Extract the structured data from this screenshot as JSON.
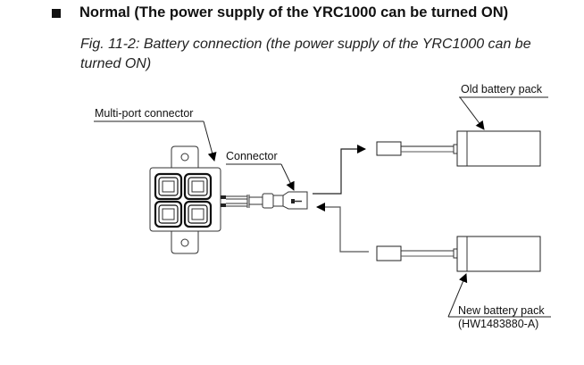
{
  "section": {
    "bullet_icon": "black-square-bullet",
    "heading": "Normal (The power supply of the YRC1000 can be turned ON)"
  },
  "figure": {
    "caption": "Fig. 11-2: Battery connection (the power supply of the YRC1000 can be turned ON)",
    "labels": {
      "multi_port_connector": "Multi-port connector",
      "connector": "Connector",
      "old_battery_pack": "Old battery pack",
      "new_battery_pack": "New battery pack",
      "new_battery_part_number": "(HW1483880-A)"
    }
  }
}
